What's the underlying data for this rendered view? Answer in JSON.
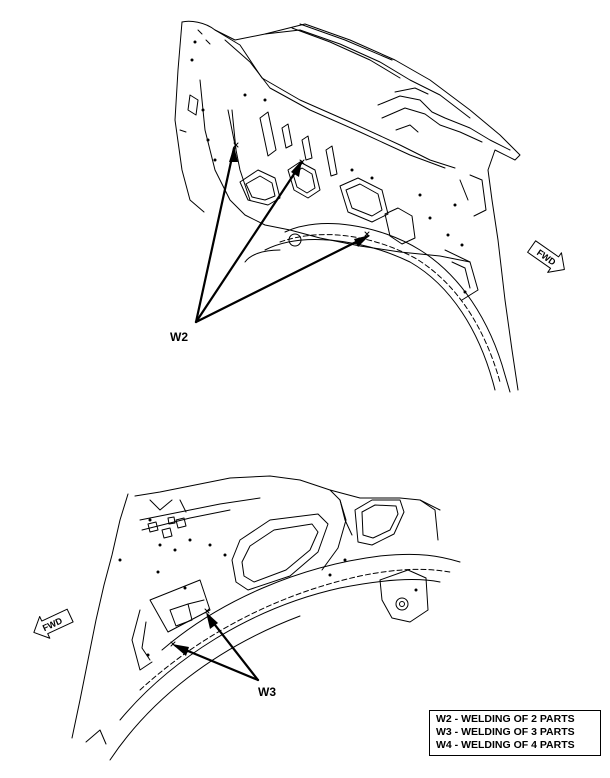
{
  "callouts": {
    "w2": "W2",
    "w3": "W3"
  },
  "fwd_arrows": {
    "top": "FWD",
    "bottom": "FWD"
  },
  "legend": {
    "rows": [
      "W2 - WELDING OF 2 PARTS",
      "W3 - WELDING OF 3 PARTS",
      "W4 - WELDING OF 4 PARTS"
    ]
  },
  "colors": {
    "ink": "#000000",
    "paper": "#ffffff"
  }
}
